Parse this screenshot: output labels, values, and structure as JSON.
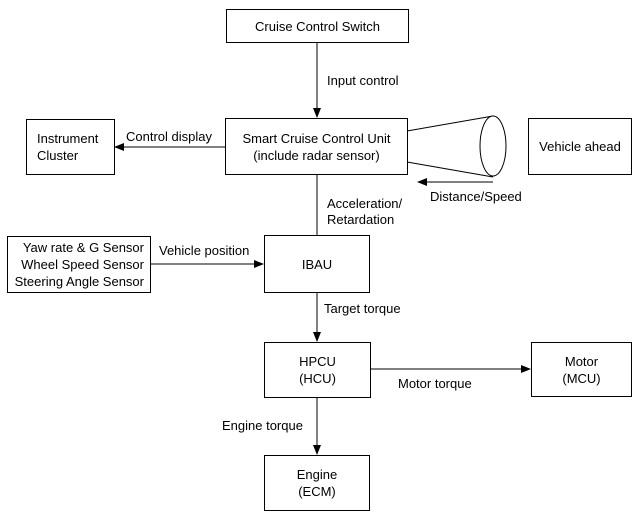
{
  "nodes": {
    "cruise_switch": "Cruise Control Switch",
    "instrument_cluster": "Instrument\nCluster",
    "scc_unit": "Smart Cruise Control Unit\n(include radar sensor)",
    "vehicle_ahead": "Vehicle ahead",
    "sensors": "Yaw rate & G Sensor\nWheel Speed Sensor\nSteering Angle Sensor",
    "ibau": "IBAU",
    "hpcu": "HPCU\n(HCU)",
    "motor": "Motor\n(MCU)",
    "engine": "Engine\n(ECM)"
  },
  "edges": {
    "input_control": "Input control",
    "control_display": "Control display",
    "distance_speed": "Distance/Speed",
    "accel_retard": "Acceleration/\nRetardation",
    "vehicle_position": "Vehicle position",
    "target_torque": "Target torque",
    "motor_torque": "Motor torque",
    "engine_torque": "Engine torque"
  }
}
